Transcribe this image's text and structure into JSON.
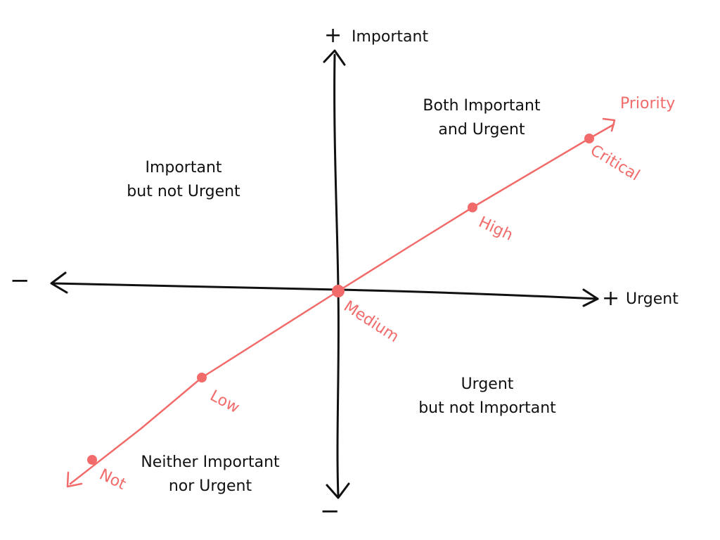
{
  "axes": {
    "y_positive_sign": "+",
    "y_positive_label": "Important",
    "y_negative_sign": "−",
    "x_positive_sign": "+",
    "x_positive_label": "Urgent",
    "x_negative_sign": "−"
  },
  "quadrants": {
    "top_right": [
      "Both Important",
      "and Urgent"
    ],
    "top_left": [
      "Important",
      "but not Urgent"
    ],
    "bottom_right": [
      "Urgent",
      "but not Important"
    ],
    "bottom_left": [
      "Neither Important",
      "nor Urgent"
    ]
  },
  "priority": {
    "title": "Priority",
    "levels": [
      "Critical",
      "High",
      "Medium",
      "Low",
      "Not"
    ]
  },
  "colors": {
    "ink": "#111111",
    "priority": "#f26b6b"
  }
}
